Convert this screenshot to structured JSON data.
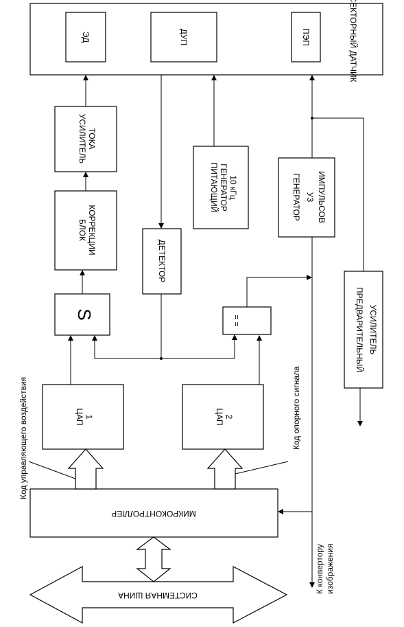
{
  "blocks": {
    "sector_sensor": "СЕКТОРНЫЙ ДАТЧИК",
    "ed": "ЭД",
    "dup": "ДУП",
    "pep": "ПЭП",
    "current_amp_1": "УСИЛИТЕЛЬ",
    "current_amp_2": "ТОКА",
    "correction_1": "БЛОК",
    "correction_2": "КОРРЕКЦИИ",
    "summator": "S",
    "supply_gen_1": "ПИТАЮЩИЙ",
    "supply_gen_2": "ГЕНЕРАТОР",
    "supply_gen_3": "10 кГц",
    "detector": "ДЕТЕКТОР",
    "us_gen_1": "ГЕНЕРАТОР",
    "us_gen_2": "УЗ",
    "us_gen_3": "ИМПУЛЬСОВ",
    "comparator": "= =",
    "preamp_1": "ПРЕДВАРИТЕЛЬНЫЙ",
    "preamp_2": "УСИЛИТЕЛЬ",
    "dac1_a": "ЦАП",
    "dac1_b": "1",
    "dac2_a": "ЦАП",
    "dac2_b": "2",
    "mcu": "МИКРОКОНТРОЛЛЕР",
    "system_bus": "СИСТЕМНАЯ   ШИНА"
  },
  "labels": {
    "control_code": "Код управляющего воздействия",
    "reference_code": "Код  опорного сигнала",
    "to_converter_1": "К конвертору",
    "to_converter_2": "изображения"
  }
}
